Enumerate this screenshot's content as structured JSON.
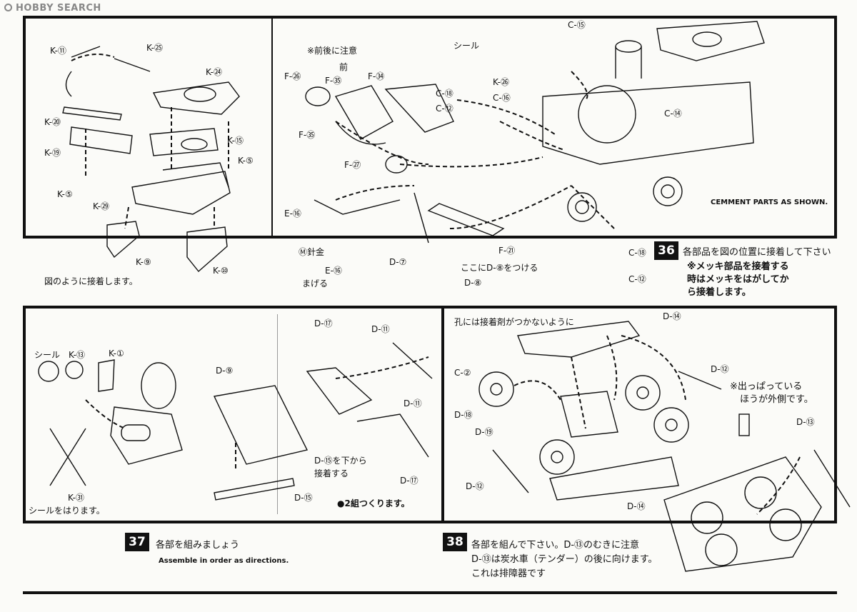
{
  "watermark": "HOBBY SEARCH",
  "step36": {
    "number": "36",
    "english_note": "CEMMENT PARTS AS SHOWN.",
    "jp_title": "各部品を図の位置に接着して下さい",
    "jp_note1": "※メッキ部品を接着する",
    "jp_note2": "時はメッキをはがしてか",
    "jp_note3": "ら接着します。",
    "left_caption": "図のように接着します。",
    "labels_left": [
      "K-⑪",
      "K-㉕",
      "K-㉔",
      "K-⑳",
      "K-⑮",
      "K-⑲",
      "K-⑤",
      "K-⑤",
      "K-㉙",
      "K-⑨",
      "K-⑩"
    ],
    "labels_right": [
      "※前後に注意",
      "前",
      "F-㉖",
      "F-㉟",
      "F-㉞",
      "F-㉟",
      "F-㉗",
      "シール",
      "K-㉖",
      "C-⑮",
      "C-⑱",
      "C-⑯",
      "C-⑫",
      "C-⑭",
      "E-⑯",
      "Ⓜ針金",
      "E-⑯",
      "D-⑦",
      "ここにD-⑧をつける",
      "F-㉑",
      "まげる",
      "D-⑧",
      "C-⑱",
      "C-⑫"
    ]
  },
  "step37": {
    "number": "37",
    "jp_title": "各部を組みましょう",
    "english": "Assemble in order as directions.",
    "left_labels": [
      "シール",
      "K-⑬",
      "K-①",
      "K-㉛"
    ],
    "left_caption": "シールをはります。",
    "mid_labels": [
      "D-⑨",
      "D-⑮を下から",
      "接着する",
      "D-⑮",
      "D-⑰",
      "D-⑪",
      "D-⑪",
      "D-⑰"
    ],
    "mid_caption": "●2組つくります。"
  },
  "step38": {
    "number": "38",
    "jp_line1": "各部を組んで下さい。D-⑬のむきに注意",
    "jp_line2": "D-⑬は炭水車（テンダー）の後に向けます。",
    "jp_line3": "これは排障器です",
    "top_note": "孔には接着剤がつかないように",
    "labels": [
      "D-⑭",
      "C-②",
      "D-⑱",
      "D-⑲",
      "D-⑫",
      "D-⑫",
      "D-⑭",
      "D-⑬"
    ],
    "side_note1": "※出っぱっている",
    "side_note2": "ほうが外側です。"
  }
}
